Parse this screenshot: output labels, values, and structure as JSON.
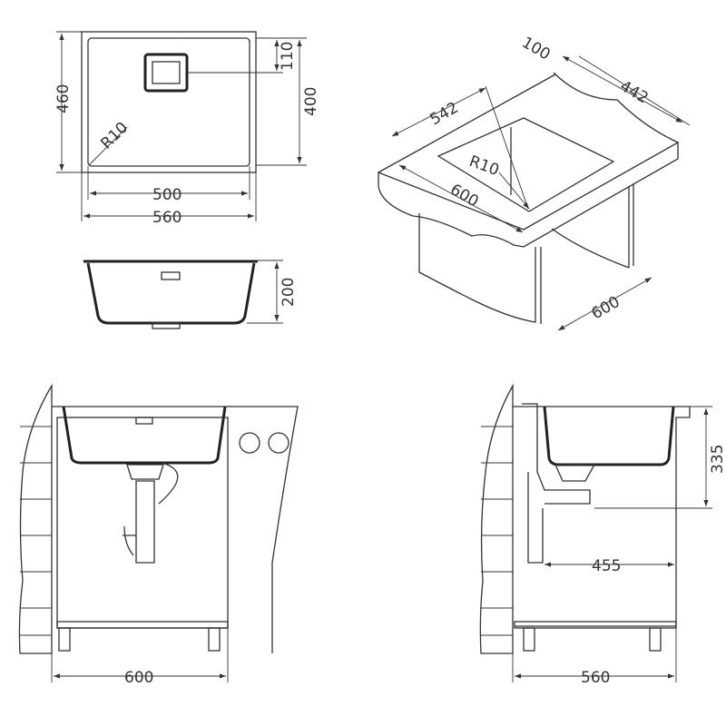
{
  "top_view": {
    "width_outer": "560",
    "width_inner": "500",
    "depth_outer": "460",
    "depth_inner": "400",
    "drain_offset": "110",
    "radius": "R10"
  },
  "section_view": {
    "height": "200"
  },
  "isometric_view": {
    "back_strip": "100",
    "inner_depth": "442",
    "cutout_width": "542",
    "countertop_depth": "600",
    "radius": "R10",
    "cabinet_width": "600"
  },
  "front_view": {
    "cabinet_width": "600"
  },
  "side_view": {
    "depth": "560",
    "drain_distance": "455",
    "sink_height": "335"
  },
  "colors": {
    "line": "#333333",
    "background": "#ffffff"
  }
}
